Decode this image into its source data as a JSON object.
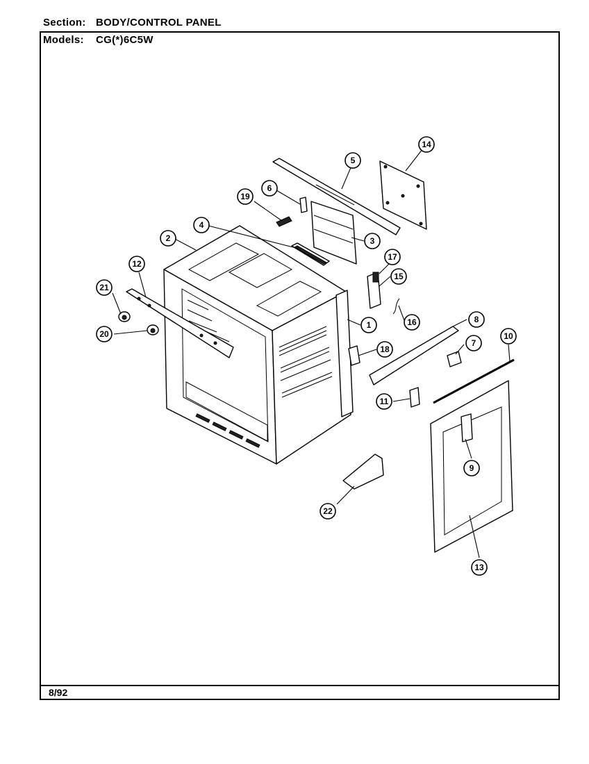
{
  "header": {
    "section_label": "Section:",
    "section_value": "BODY/CONTROL PANEL",
    "models_label": "Models:",
    "models_value": "CG(*)6C5W"
  },
  "footer": {
    "date": "8/92"
  },
  "callouts": [
    {
      "id": "1",
      "label": "1"
    },
    {
      "id": "2",
      "label": "2"
    },
    {
      "id": "3",
      "label": "3"
    },
    {
      "id": "4",
      "label": "4"
    },
    {
      "id": "5",
      "label": "5"
    },
    {
      "id": "6",
      "label": "6"
    },
    {
      "id": "7",
      "label": "7"
    },
    {
      "id": "8",
      "label": "8"
    },
    {
      "id": "9",
      "label": "9"
    },
    {
      "id": "10",
      "label": "10"
    },
    {
      "id": "11",
      "label": "11"
    },
    {
      "id": "12",
      "label": "12"
    },
    {
      "id": "13",
      "label": "13"
    },
    {
      "id": "14",
      "label": "14"
    },
    {
      "id": "15",
      "label": "15"
    },
    {
      "id": "16",
      "label": "16"
    },
    {
      "id": "17",
      "label": "17"
    },
    {
      "id": "18",
      "label": "18"
    },
    {
      "id": "19",
      "label": "19"
    },
    {
      "id": "20",
      "label": "20"
    },
    {
      "id": "21",
      "label": "21"
    },
    {
      "id": "22",
      "label": "22"
    }
  ]
}
